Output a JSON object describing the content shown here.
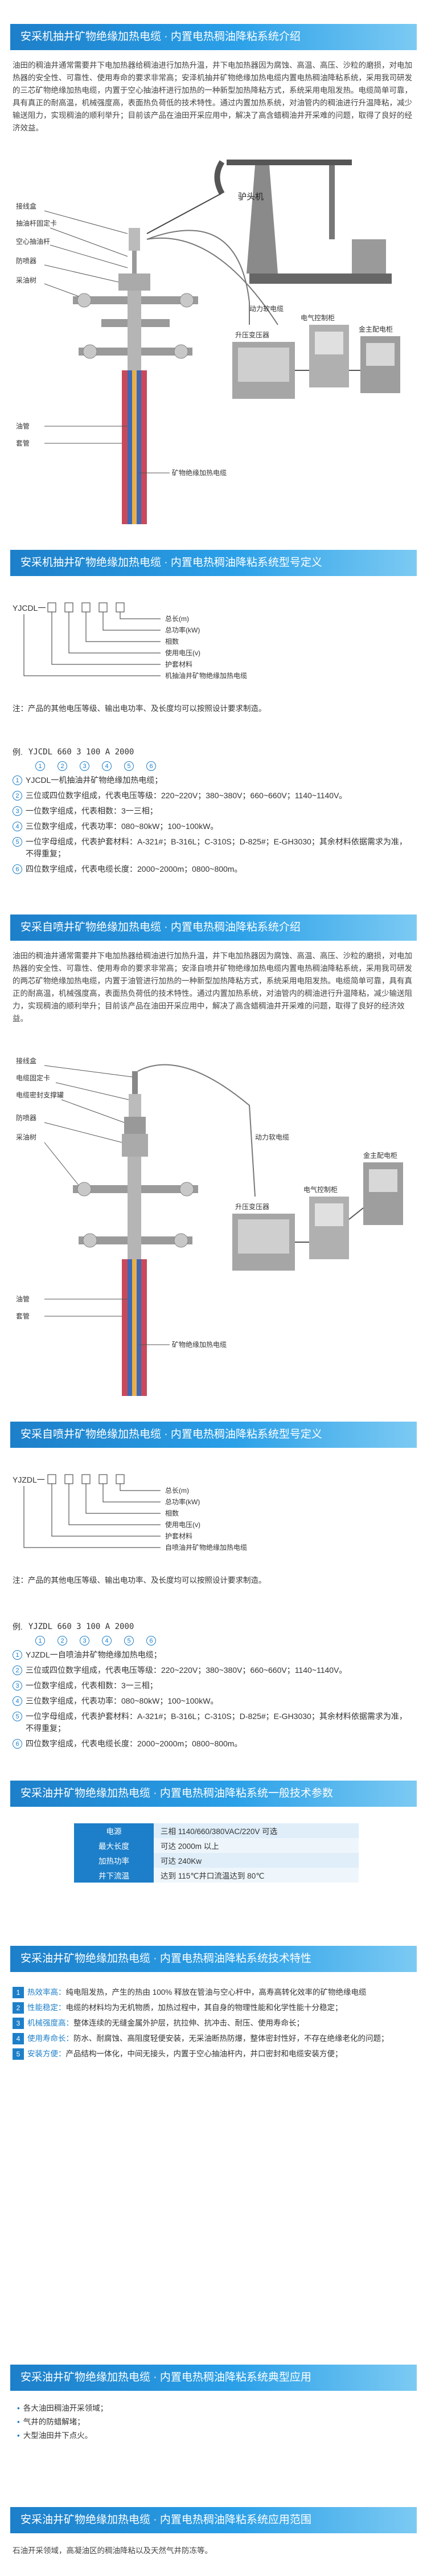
{
  "sections": {
    "s1_title": "安采机抽井矿物绝缘加热电缆 · 内置电热稠油降粘系统介绍",
    "s1_para": "油田的稠油井通常需要井下电加热器给稠油进行加热升温，井下电加热器因为腐蚀、高温、高压、沙粒的磨损，对电加热器的安全性、可靠性、使用寿命的要求非常高；安泽机抽井矿物绝缘加热电缆内置电热稠油降粘系统，采用我司研发的三芯矿物绝缘加热电缆，内置于空心抽油杆进行加热的一种新型加热降粘方式，系统采用电阻发热。电缆简单可靠，具有真正的耐高温，机械强度高，表面热负荷低的技术特性。通过内置加热系统，对油管内的稠油进行升温降粘，减少输送阻力，实现稠油的顺利举升；目前该产品在油田开采应用中，解决了高含蜡稠油井开采难的问题，取得了良好的经济效益。",
    "s2_title": "安采机抽井矿物绝缘加热电缆 · 内置电热稠油降粘系统型号定义",
    "s3_title": "安采自喷井矿物绝缘加热电缆 · 内置电热稠油降粘系统介绍",
    "s3_para": "油田的稠油井通常需要井下电加热器给稠油进行加热升温，井下电加热器因为腐蚀、高温、高压、沙粒的磨损，对电加热器的安全性、可靠性、使用寿命的要求非常高；安泽自喷井矿物绝缘加热电缆内置电热稠油降粘系统，采用我司研发的两芯矿物绝缘加热电缆，内置于油管进行加热的一种新型加热降粘方式，系统采用电阻发热。电缆简单可靠，具有真正的耐高温，机械强度高，表面热负荷低的技术特性。通过内置加热系统，对油管内的稠油进行升温降粘，减少输送阻力，实现稠油的顺利举升；目前该产品在油田开采应用中，解决了高含蜡稠油井开采难的问题，取得了良好的经济效益。",
    "s4_title": "安采自喷井矿物绝缘加热电缆 · 内置电热稠油降粘系统型号定义",
    "s5_title": "安采油井矿物绝缘加热电缆 · 内置电热稠油降粘系统一般技术参数",
    "s6_title": "安采油井矿物绝缘加热电缆 · 内置电热稠油降粘系统技术特性",
    "s7_title": "安采油井矿物绝缘加热电缆 · 内置电热稠油降粘系统典型应用",
    "s8_title": "安采油井矿物绝缘加热电缆 · 内置电热稠油降粘系统应用范围",
    "s8_para": "石油开采领域，高凝油区的稠油降粘以及天然气井防冻等。"
  },
  "diagram1": {
    "labels": [
      "驴头机",
      "接线盒",
      "抽油杆固定卡",
      "空心抽油杆",
      "防喷器",
      "采油树",
      "动力软电缆",
      "升压变压器",
      "电气控制柜",
      "金主配电柜",
      "油管",
      "套管",
      "矿物绝缘加热电缆"
    ]
  },
  "diagram2": {
    "labels": [
      "接线盒",
      "电缆固定卡",
      "电缆密封支撑罐",
      "防喷器",
      "采油树",
      "动力软电缆",
      "升压变压器",
      "电气控制柜",
      "金主配电柜",
      "油管",
      "套管",
      "矿物绝缘加热电缆"
    ]
  },
  "model1": {
    "code": "YJCDL一",
    "fields": [
      "总长(m)",
      "总功率(kW)",
      "相数",
      "使用电压(v)",
      "护套材料",
      "机抽油井矿物绝缘加热电缆"
    ],
    "note": "注：产品的其他电压等级、输出电功率、及长度均可以按照设计要求制造。",
    "example_label": "例.",
    "example_code": "YJCDL 660  3  100  A  2000",
    "example_nums": [
      "1",
      "2",
      "3",
      "4",
      "5",
      "6"
    ],
    "items": [
      "YJCDL一机抽油井矿物绝缘加热电缆；",
      "三位或四位数字组成，代表电压等级：220~220V；380~380V；660~660V；1140~1140V。",
      "一位数字组成，代表相数：3一三相；",
      "三位数字组成，代表功率：080~80kW；100~100kW。",
      "一位字母组成，代表护套材料：A-321#；B-316L；C-310S；D-825#；E-GH3030；其余材料依据需求为准，不得重复；",
      "四位数字组成，代表电缆长度：2000~2000m；0800~800m。"
    ]
  },
  "model2": {
    "code": "YJZDL一",
    "fields": [
      "总长(m)",
      "总功率(kW)",
      "相数",
      "使用电压(v)",
      "护套材料",
      "自喷油井矿物绝缘加热电缆"
    ],
    "note": "注：产品的其他电压等级、输出电功率、及长度均可以按照设计要求制造。",
    "example_label": "例.",
    "example_code": "YJZDL 660  3  100  A  2000",
    "example_nums": [
      "1",
      "2",
      "3",
      "4",
      "5",
      "6"
    ],
    "items": [
      "YJZDL一自喷油井矿物绝缘加热电缆；",
      "三位或四位数字组成，代表电压等级：220~220V；380~380V；660~660V；1140~1140V。",
      "一位数字组成，代表相数：3一三相；",
      "三位数字组成，代表功率：080~80kW；100~100kW。",
      "一位字母组成，代表护套材料：A-321#；B-316L；C-310S；D-825#；E-GH3030；其余材料依据需求为准，不得重复；",
      "四位数字组成，代表电缆长度：2000~2000m；0800~800m。"
    ]
  },
  "params": [
    {
      "k": "电源",
      "v": "三相 1140/660/380VAC/220V 可选"
    },
    {
      "k": "最大长度",
      "v": "可达 2000m 以上"
    },
    {
      "k": "加热功率",
      "v": "可达 240Kw"
    },
    {
      "k": "井下流温",
      "v": "达到 115℃井口流温达到 80℃"
    }
  ],
  "features": [
    {
      "n": "1",
      "key": "热效率高：",
      "text": "纯电阻发热，产生的热由 100% 释放在管油与空心杆中，高寿高转化效率的矿物绝缘电缆"
    },
    {
      "n": "2",
      "key": "性能稳定：",
      "text": "电缆的材料均为无机物质，加热过程中，其自身的物理性能和化学性能十分稳定；"
    },
    {
      "n": "3",
      "key": "机械强度高：",
      "text": "整体连续的无缝金属外护层，抗拉伸、抗冲击、耐压、使用寿命长；"
    },
    {
      "n": "4",
      "key": "使用寿命长：",
      "text": "防水、耐腐蚀、高阻度轻便安装，无采油断热防爆，整体密封性好，不存在绝缘老化的问题；"
    },
    {
      "n": "5",
      "key": "安装方便：",
      "text": "产品结构一体化，中间无接头，内置于空心抽油杆内，井口密封和电缆安装方便；"
    }
  ],
  "applications": [
    "各大油田稠油开采领域；",
    "气井的防蜡解堵；",
    "大型油田井下点火。"
  ]
}
